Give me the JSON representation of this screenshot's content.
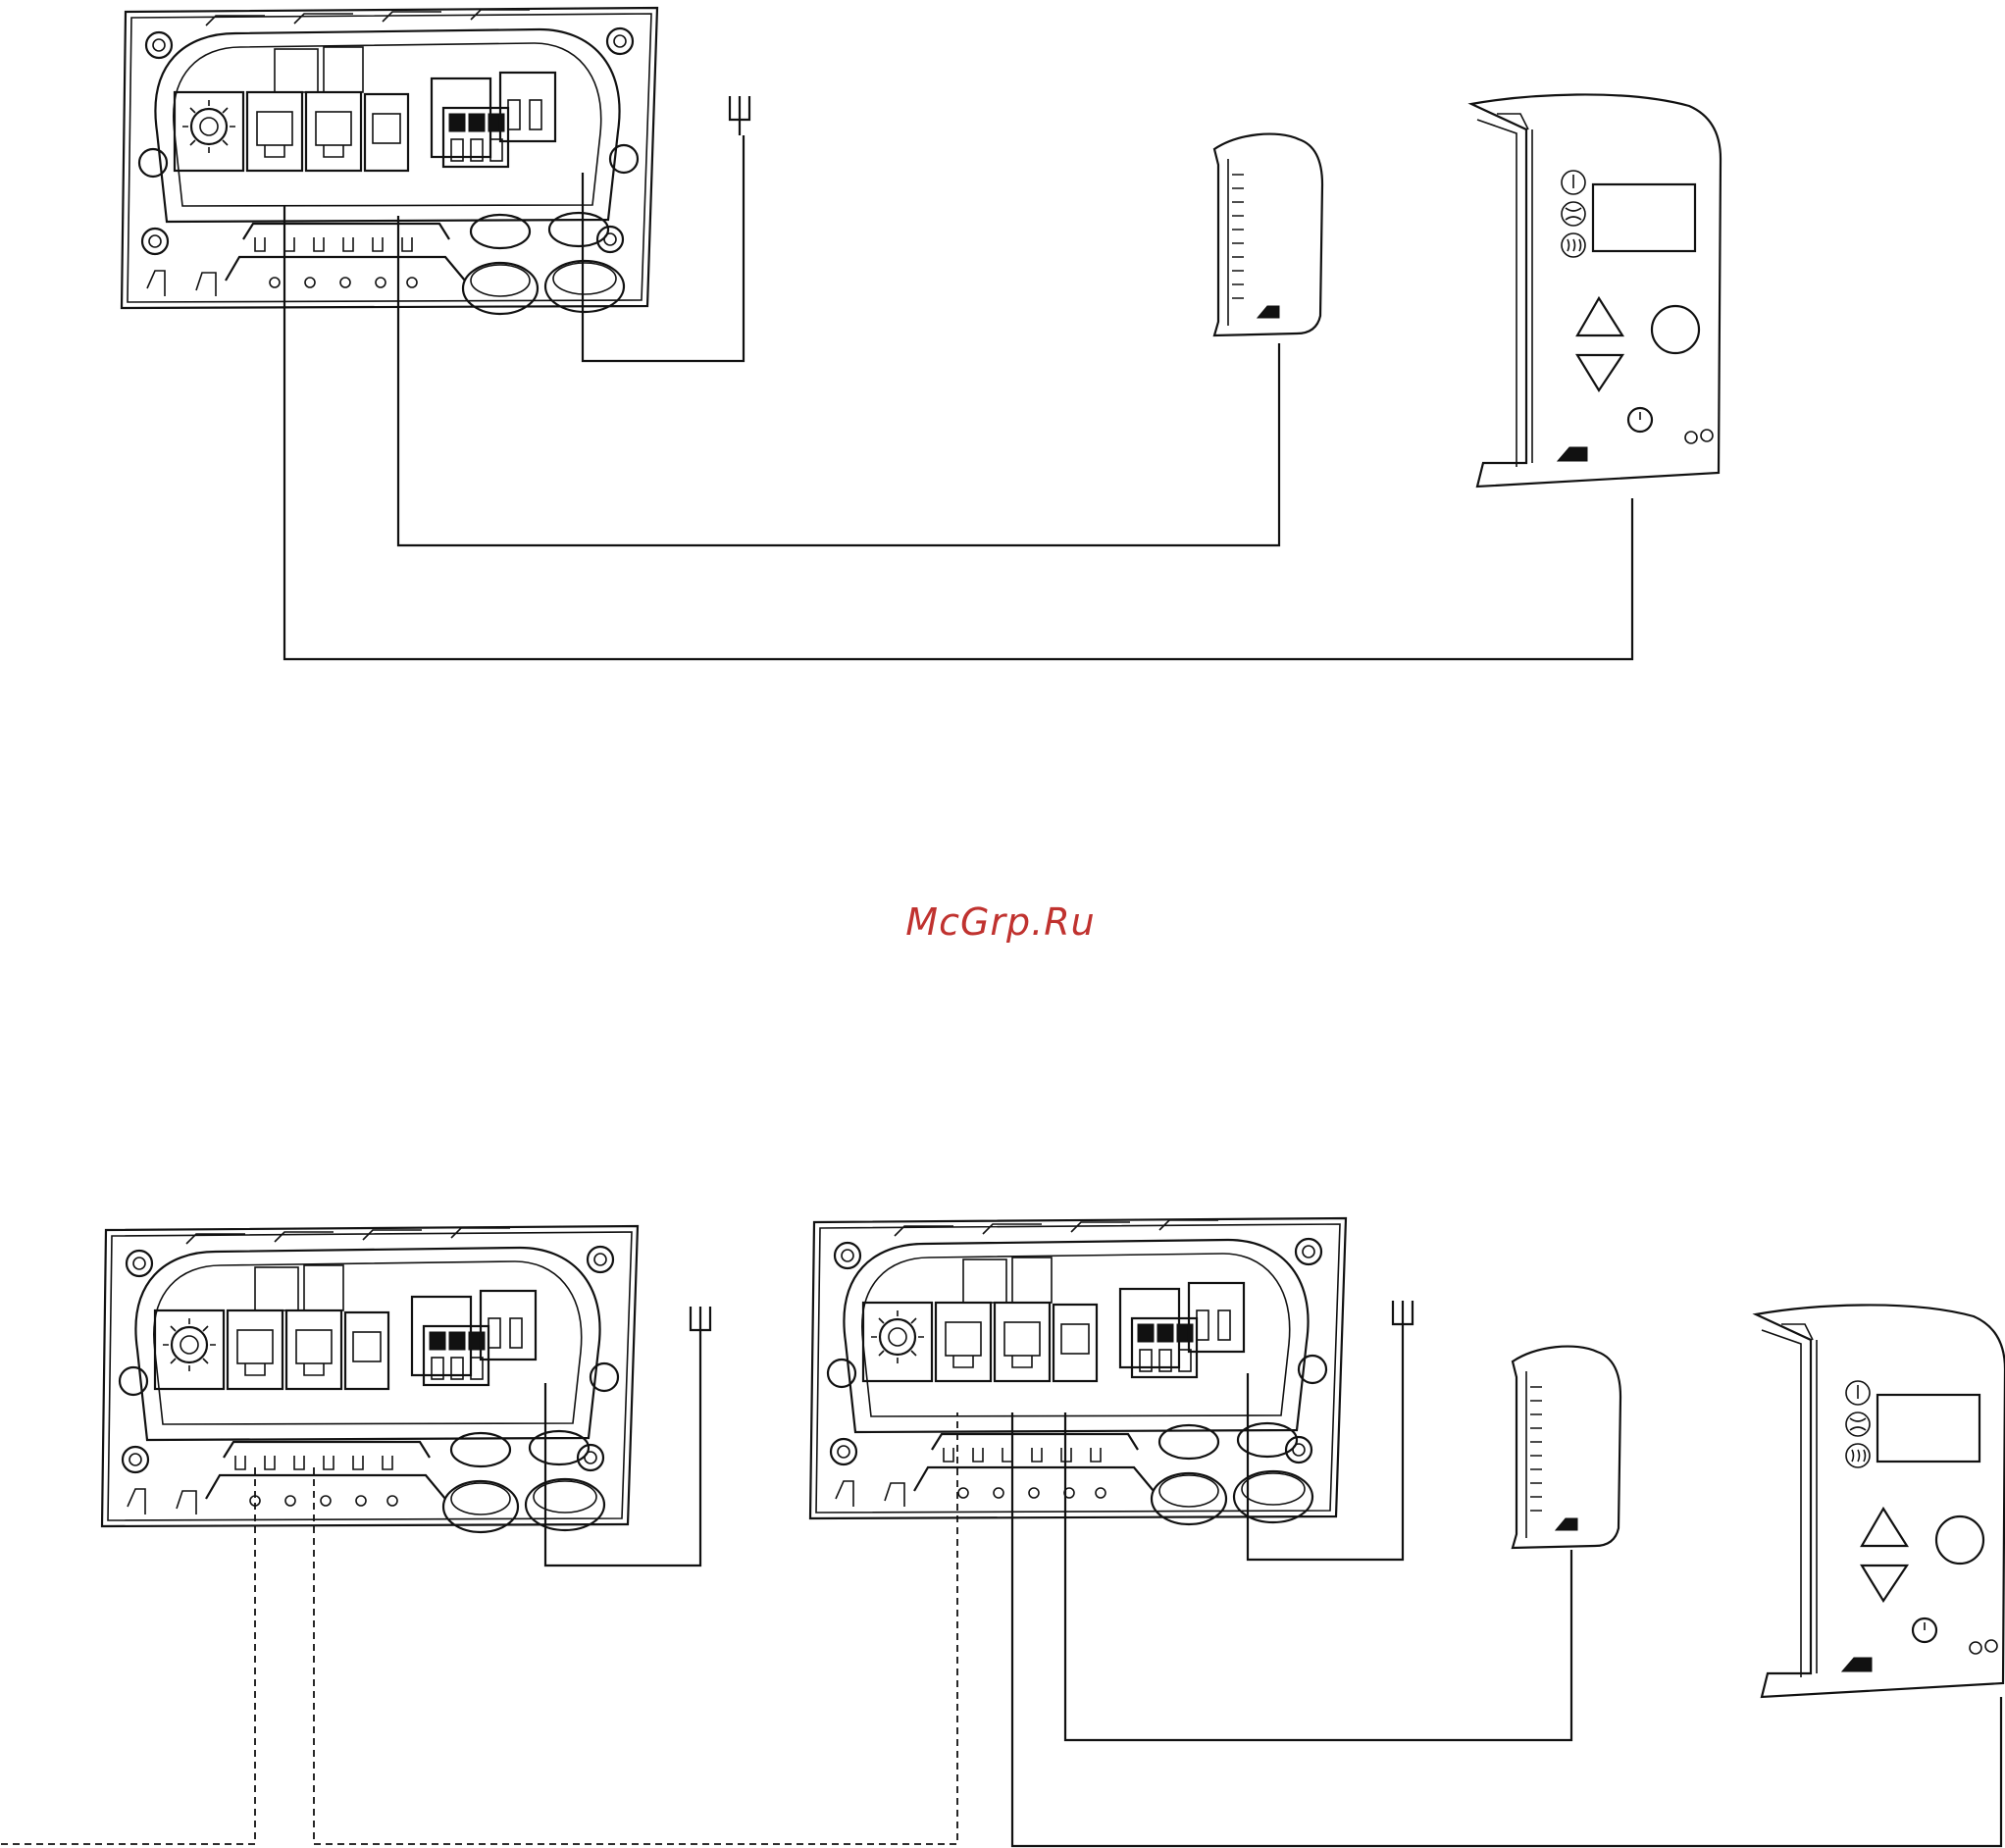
{
  "watermark": "McGrp.Ru",
  "components": {
    "top_controller": "fan-coil-controller-board",
    "top_sensor": "room-temperature-sensor",
    "top_panel": "wall-control-panel",
    "bottom_controller_a": "fan-coil-controller-board",
    "bottom_controller_b": "fan-coil-controller-board",
    "bottom_sensor": "room-temperature-sensor",
    "bottom_panel": "wall-control-panel"
  },
  "panel_icons": [
    "thermometer-icon",
    "fan-icon",
    "heating-icon",
    "up-arrow-icon",
    "down-arrow-icon",
    "power-icon"
  ],
  "colors": {
    "line": "#111111",
    "watermark": "#c0322f",
    "background": "#ffffff"
  }
}
